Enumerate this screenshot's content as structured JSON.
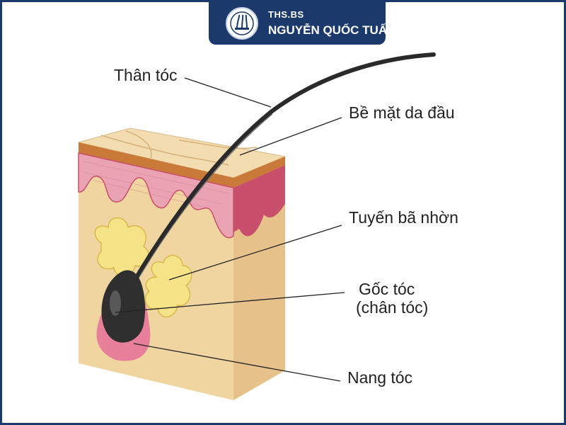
{
  "banner": {
    "line1": "THS.BS",
    "line2": "NGUYỄN QUỐC TUẤN",
    "logo_icon": "hair-follicle-logo-icon",
    "color": "#1b3a6b"
  },
  "labels": {
    "hair_shaft": "Thân tóc",
    "scalp_surface": "Bề mặt da đầu",
    "sebaceous_gland": "Tuyến bã nhờn",
    "hair_root_line1": "Gốc tóc",
    "hair_root_line2": "(chân tóc)",
    "hair_follicle": "Nang tóc"
  },
  "colors": {
    "skin_face": "#f0d5a0",
    "skin_side": "#e6c28a",
    "top_surface": "#f3dcb0",
    "epidermis": "#c97a38",
    "dermis_pink": "#e9a3b3",
    "gland": "#f5e487",
    "hair": "#2a2a2a",
    "follicle": "#e77f9a",
    "leader_line": "#222222"
  }
}
